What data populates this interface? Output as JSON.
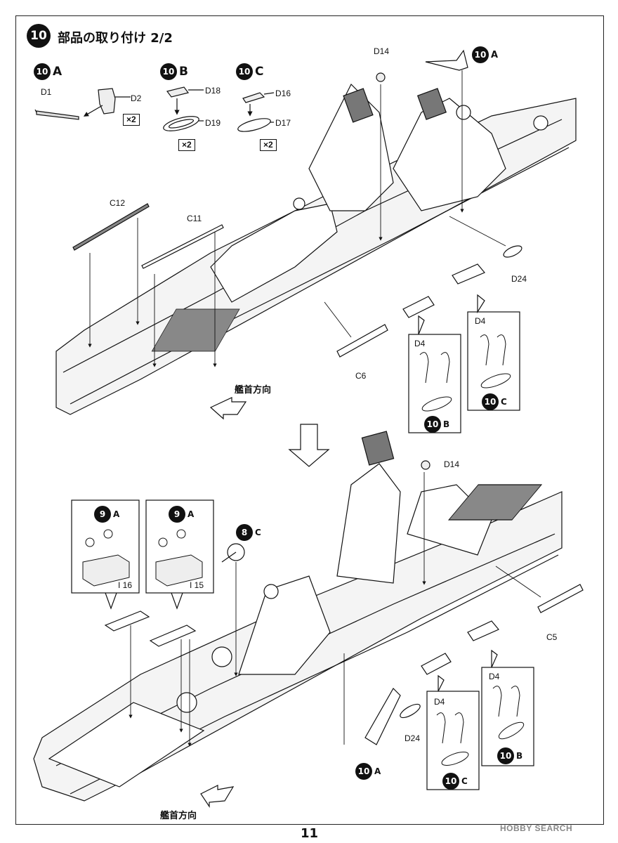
{
  "page_number": "11",
  "watermark": "HOBBY SEARCH",
  "step": {
    "number": "10",
    "title": "部品の取り付け 2/2"
  },
  "substeps": [
    {
      "label": "A",
      "parts": [
        "D1",
        "D2"
      ],
      "qty": "×2"
    },
    {
      "label": "B",
      "parts": [
        "D18",
        "D19"
      ],
      "qty": "×2"
    },
    {
      "label": "C",
      "parts": [
        "D16",
        "D17"
      ],
      "qty": "×2"
    }
  ],
  "top_view": {
    "labels": {
      "d14": "D14",
      "c12": "C12",
      "c11": "C11",
      "c6": "C6",
      "d24": "D24",
      "ref_a": "A",
      "ref_num": "10"
    },
    "detail_b": {
      "part": "D4",
      "ref_num": "10",
      "ref_label": "B"
    },
    "detail_c": {
      "part": "D4",
      "ref_num": "10",
      "ref_label": "C"
    },
    "direction": "艦首方向"
  },
  "bottom_view": {
    "labels": {
      "d14": "D14",
      "c5": "C5",
      "d24": "D24",
      "ref_a_num": "10",
      "ref_a": "A",
      "ref_8c_num": "8",
      "ref_8c": "C"
    },
    "detail_i16": {
      "part": "I 16",
      "ref_num": "9",
      "ref_label": "A"
    },
    "detail_i15": {
      "part": "I 15",
      "ref_num": "9",
      "ref_label": "A"
    },
    "detail_c": {
      "part": "D4",
      "ref_num": "10",
      "ref_label": "C"
    },
    "detail_b": {
      "part": "D4",
      "ref_num": "10",
      "ref_label": "B"
    },
    "direction": "艦首方向"
  }
}
